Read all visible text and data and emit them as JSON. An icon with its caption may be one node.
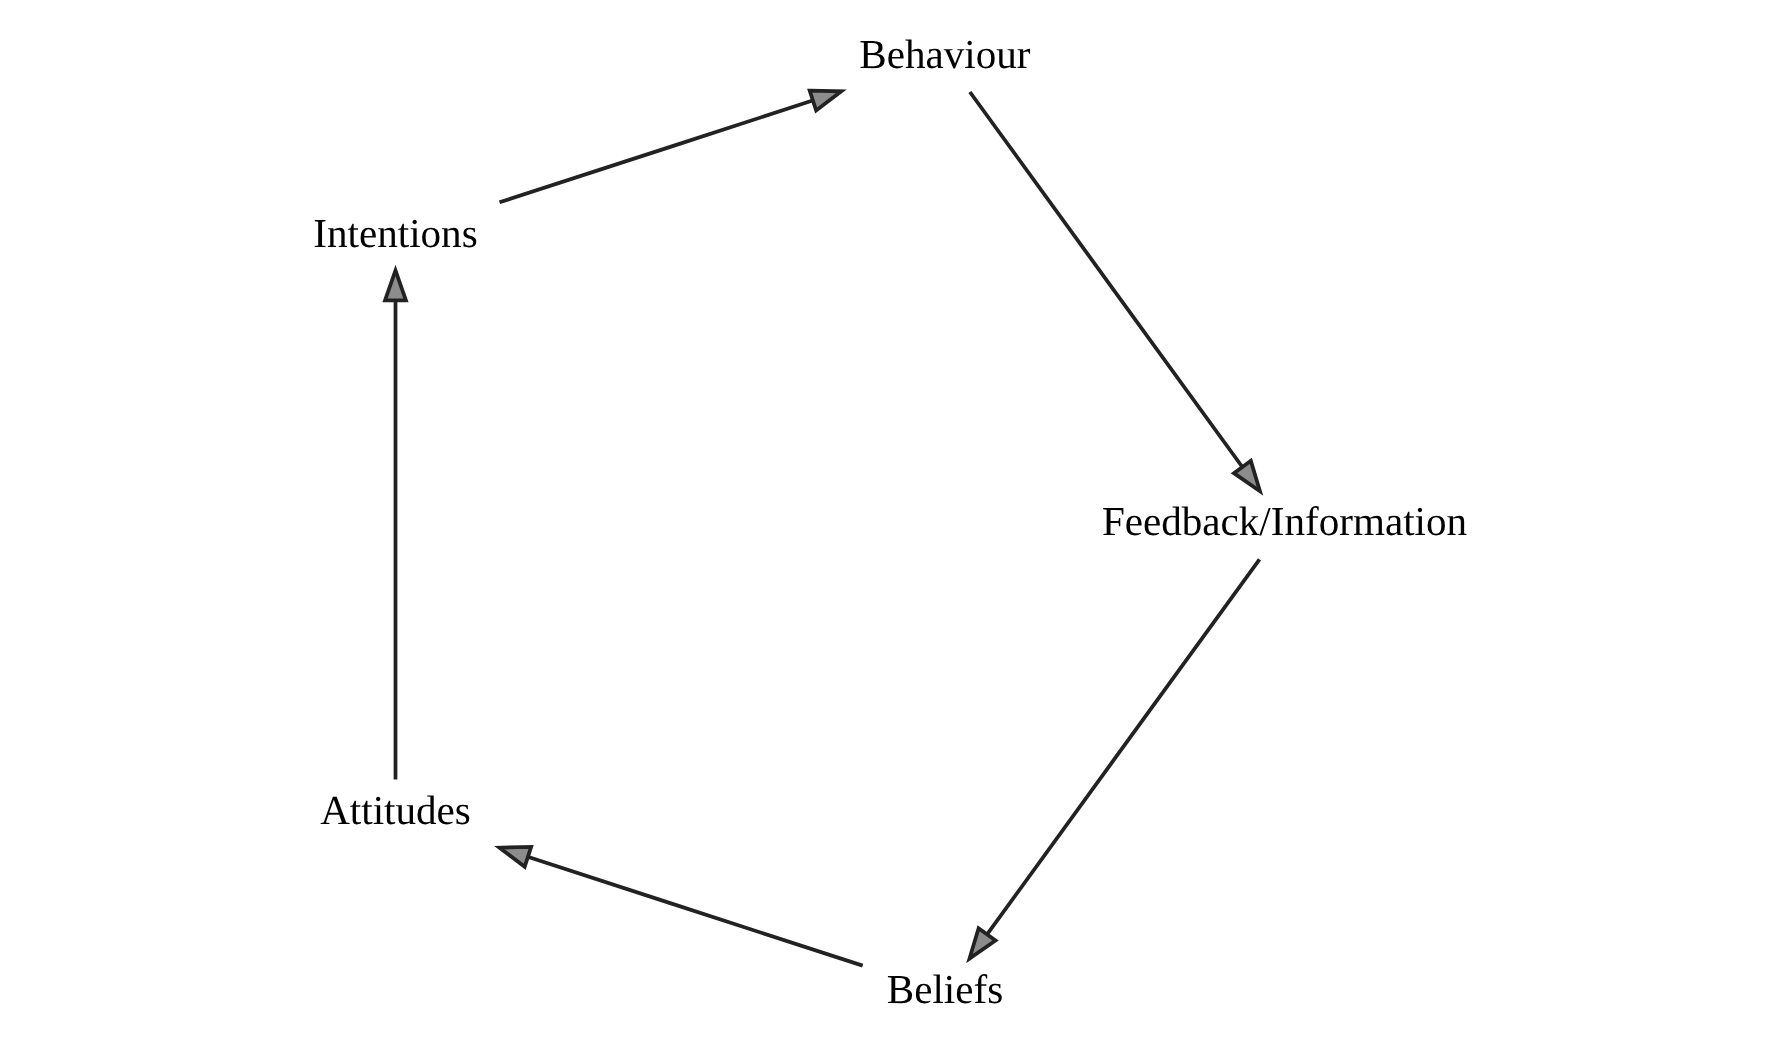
{
  "diagram": {
    "nodes": [
      {
        "text": [
          "Beliefs"
        ]
      },
      {
        "text": [
          "Attitudes"
        ]
      },
      {
        "text": [
          "Intentions"
        ]
      },
      {
        "text": [
          "Behaviour"
        ]
      },
      {
        "text": [
          "Feedback/Information"
        ]
      }
    ],
    "edges": [
      {
        "from": 0,
        "to": 1,
        "arrow": "to"
      },
      {
        "from": 1,
        "to": 2,
        "arrow": "to"
      },
      {
        "from": 2,
        "to": 3,
        "arrow": "to"
      },
      {
        "from": 3,
        "to": 4,
        "arrow": "to"
      },
      {
        "from": 4,
        "to": 0,
        "arrow": "to"
      }
    ]
  }
}
